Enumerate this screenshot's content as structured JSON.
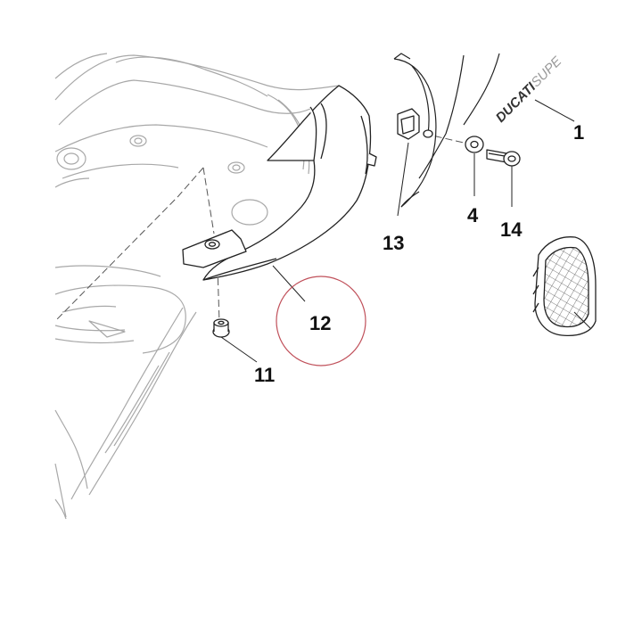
{
  "diagram": {
    "callouts": {
      "c1": "1",
      "c4": "4",
      "c11": "11",
      "c12": "12",
      "c13": "13",
      "c14": "14"
    },
    "decal": {
      "brand": "DUCATI",
      "suffix": "SUPE"
    },
    "colors": {
      "line": "#9a9a9a",
      "part": "#222222",
      "highlight_circle": "#c0505a"
    }
  }
}
